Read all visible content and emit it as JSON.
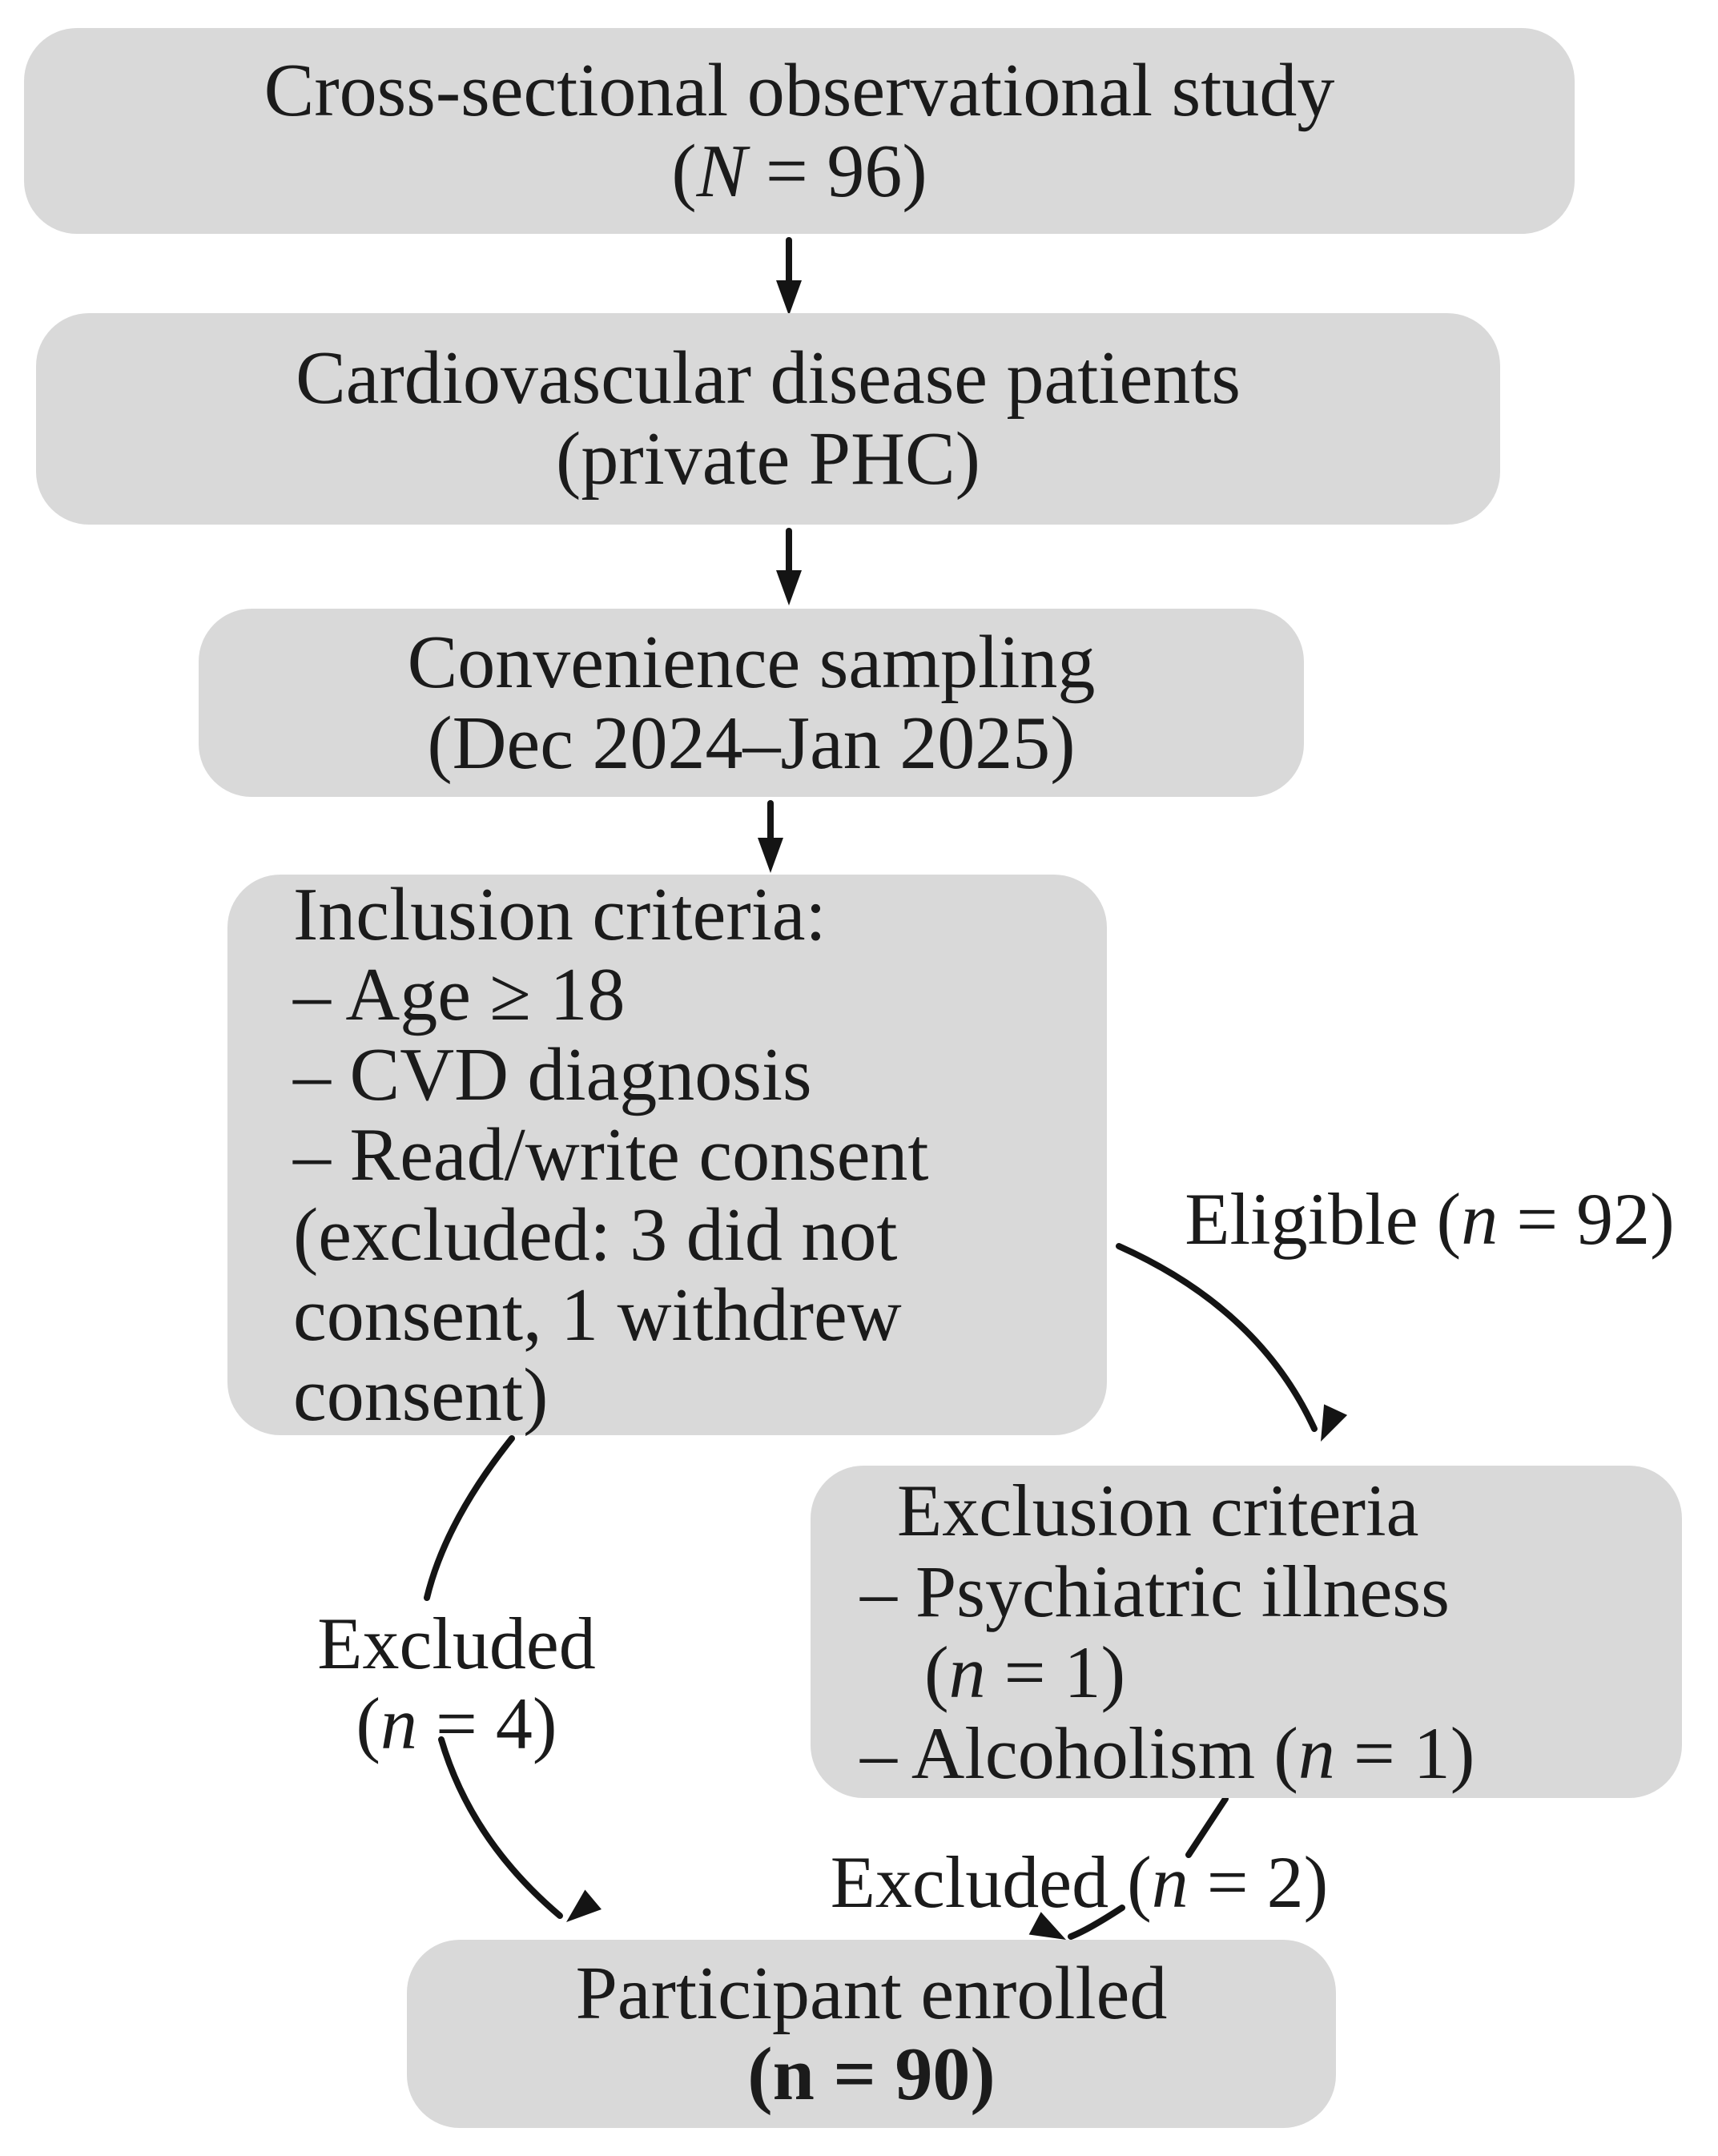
{
  "figure": {
    "colors": {
      "bg": "#ffffff",
      "box": "#d9d9d9",
      "text": "#1b1b1b",
      "arrow": "#141414"
    }
  },
  "nodes": {
    "study": {
      "lines": [
        "Cross-sectional observational study",
        "(*N* = 96)"
      ]
    },
    "patients": {
      "lines": [
        "Cardiovascular disease patients",
        "(private PHC)"
      ]
    },
    "sampling": {
      "lines": [
        "Convenience sampling",
        "(Dec 2024–Jan 2025)"
      ]
    },
    "inclusion": {
      "lines": [
        "Inclusion criteria:",
        "– Age ≥ 18",
        "– CVD diagnosis",
        "– Read/write consent",
        "(excluded: 3 did not",
        "consent, 1 withdrew",
        "consent)"
      ]
    },
    "exclusion": {
      "lines": [
        "Exclusion criteria",
        "– Psychiatric illness",
        "(*n* = 1)",
        "– Alcoholism (*n* = 1)"
      ]
    },
    "enrolled": {
      "lines": [
        "Participant enrolled",
        "(n = 90)"
      ]
    }
  },
  "labels": {
    "eligible": "Eligible (*n* = 92)",
    "excluded_left_line1": "Excluded",
    "excluded_left_line2": "(*n* = 4)",
    "excluded_right": "Excluded (*n* = 2)"
  }
}
